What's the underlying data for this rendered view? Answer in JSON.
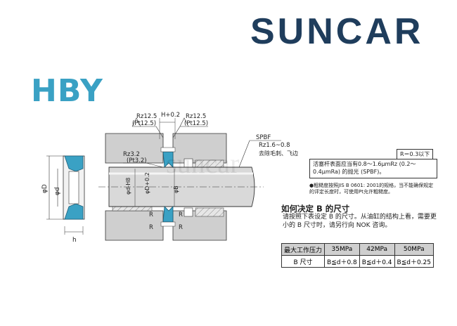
{
  "brand": {
    "name": "SUNCAR",
    "accent": "#1f3d5c",
    "teal": "#3aa1c4",
    "watermark": "suncar"
  },
  "product_code": "HBY",
  "drawing": {
    "rz_left_top": "Rz12.5",
    "pt_left_top": "(Pt12.5)",
    "rz_right_top": "Rz12.5",
    "pt_right_top": "(Pt12.5)",
    "h_tol": "H+0.2",
    "rz_small": "Rz3.2",
    "pt_small": "(Pt3.2)",
    "spbf": "SPBF",
    "rz_range": "Rz1.6~0.8",
    "deburr": "去除毛刺、飞边",
    "dim_phiD_left": "φD",
    "dim_phid_left": "φd",
    "dim_h": "h",
    "dim_phid_h8": "φd-H8",
    "dim_phiD_tol": "φD+0.2",
    "dim_phiB": "φB",
    "r_label": "R"
  },
  "notes": {
    "r_value": "R＝0.3以下",
    "surface_roughness": "活塞杆表面应当有0.8～1.6μmRz (0.2～0.4μmRa) 的抛光 (SPBF)。",
    "reference": "●粗糙度按照JIS B 0601: 2001的规格，当不能确保规定的评定长度时，可使用Pt允许粗糙度。"
  },
  "how_to": {
    "title": "如何决定 B 的尺寸",
    "text": "请按照下表设定 B 的尺寸。从油缸的结构上看，需要更小的 B 尺寸时，请另行向 NOK 咨询。"
  },
  "pressure_table": {
    "header": [
      "最大工作压力",
      "35MPa",
      "42MPa",
      "50MPa"
    ],
    "row": [
      "B 尺寸",
      "B≦d＋0.8",
      "B≦d＋0.4",
      "B≦d＋0.25"
    ]
  }
}
